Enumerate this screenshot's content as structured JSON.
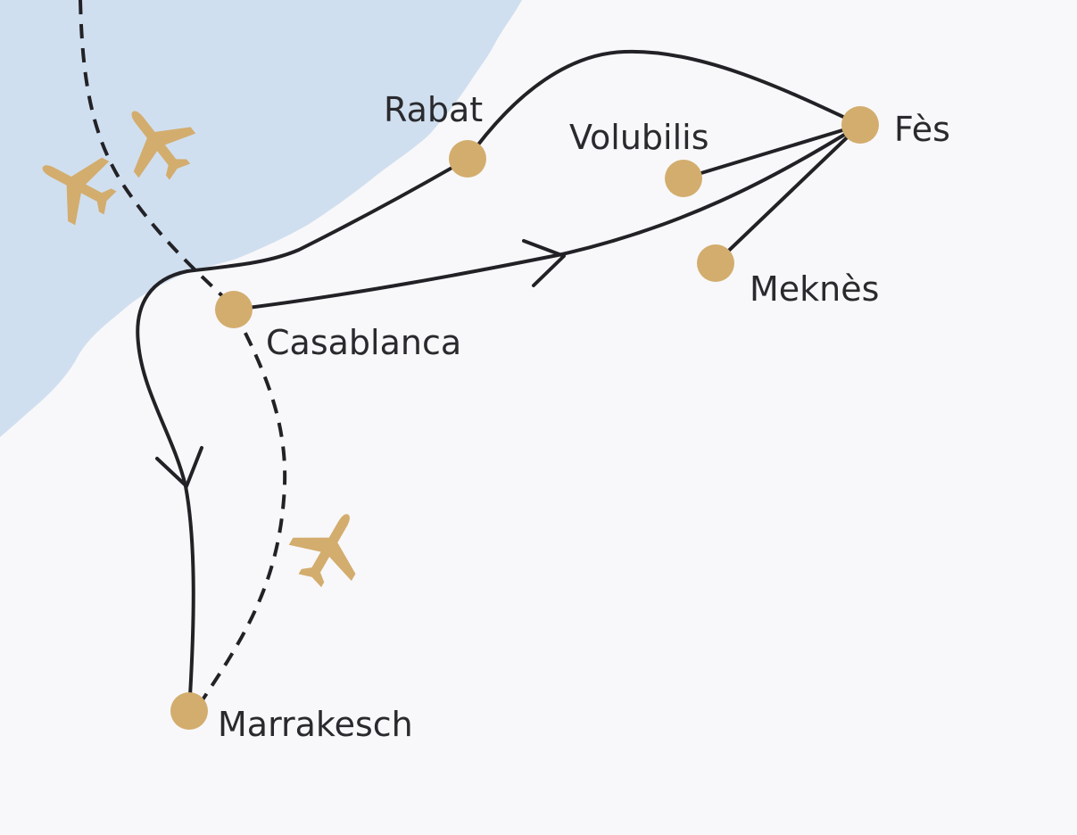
{
  "colors": {
    "land": "#f8f8fa",
    "sea": "#d0dfef",
    "route": "#222226",
    "city_marker": "#d3ad6e",
    "plane": "#d3ad6e",
    "label": "#2a2a2e"
  },
  "cities": {
    "rabat": "Rabat",
    "volubilis": "Volubilis",
    "fes": "Fès",
    "meknes": "Meknès",
    "casablanca": "Casablanca",
    "marrakesch": "Marrakesch"
  },
  "icons": {
    "plane": "plane-icon",
    "city": "city-marker",
    "arrow": "direction-arrow-icon"
  }
}
